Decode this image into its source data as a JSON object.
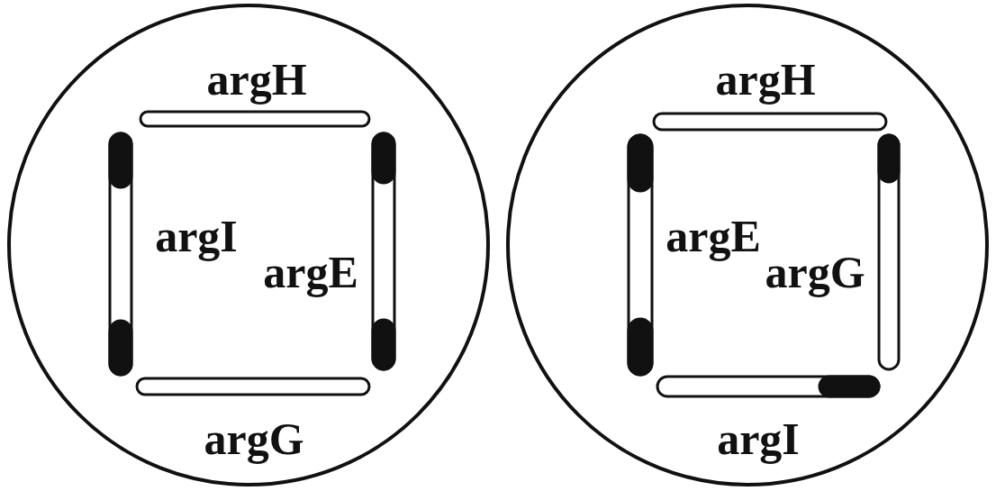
{
  "diagram": {
    "labels": [
      "argH",
      "argI",
      "argE",
      "argG",
      "argH",
      "argE",
      "argG",
      "argI"
    ]
  }
}
